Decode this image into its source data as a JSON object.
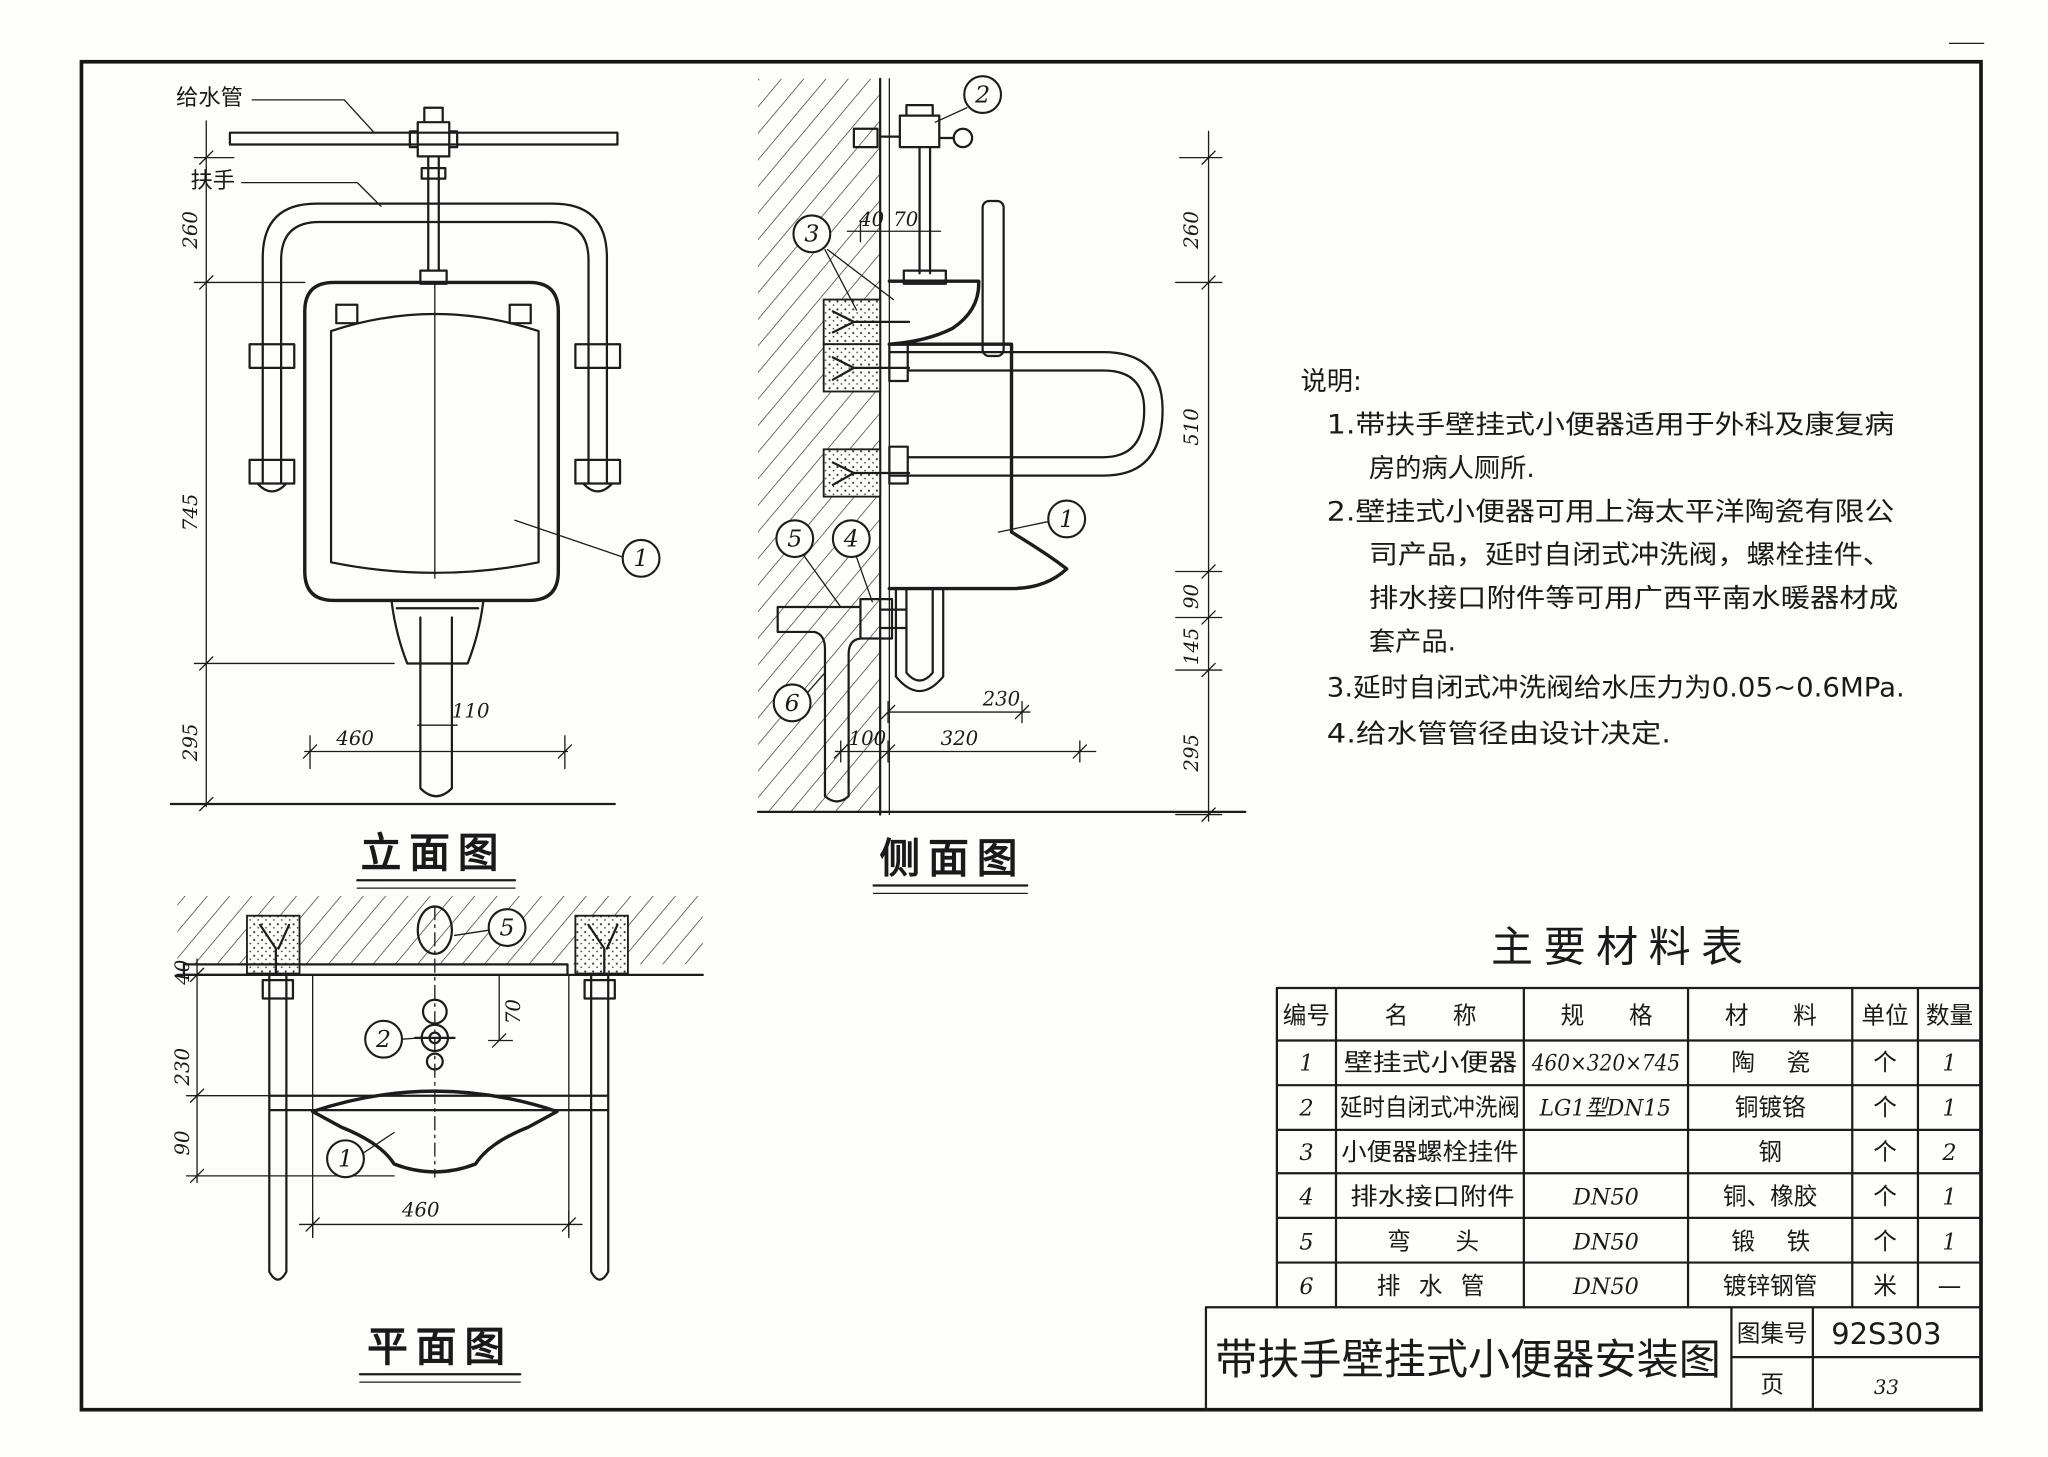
{
  "sheet": {
    "title": "带扶手壁挂式小便器安装图",
    "atlas_no_label": "图集号",
    "atlas_no": "92S303",
    "page_label": "页",
    "page_no": "33"
  },
  "elevation": {
    "title": "立面图",
    "label_supply_pipe": "给水管",
    "label_handrail": "扶手",
    "dims": {
      "top": "260",
      "middle": "745",
      "bottom": "295",
      "width": "460",
      "outlet": "110"
    },
    "callouts": {
      "urinal": "1"
    }
  },
  "side": {
    "title": "侧面图",
    "dims": {
      "wall": "40",
      "valve": "70",
      "top": "260",
      "handrail": "510",
      "lip": "90",
      "trap": "145",
      "bottom": "295",
      "depth": "230",
      "drain": "100",
      "projection": "320"
    },
    "callouts": {
      "urinal": "1",
      "flush_valve": "2",
      "bolt_hanger": "3",
      "outlet_fitting": "4",
      "elbow": "5",
      "drain_pipe": "6"
    }
  },
  "plan": {
    "title": "平面图",
    "dims": {
      "wall": "40",
      "depth": "230",
      "lip": "90",
      "valve": "70",
      "width": "460"
    },
    "callouts": {
      "elbow": "5",
      "flush_valve": "2",
      "urinal": "1"
    }
  },
  "notes": {
    "heading": "说明:",
    "lines": [
      "1.带扶手壁挂式小便器适用于外科及康复病",
      "房的病人厕所.",
      "2.壁挂式小便器可用上海太平洋陶瓷有限公",
      "司产品，延时自闭式冲洗阀，螺栓挂件、",
      "排水接口附件等可用广西平南水暖器材成",
      "套产品.",
      "3.延时自闭式冲洗阀给水压力为0.05~0.6MPa.",
      "4.给水管管径由设计决定."
    ]
  },
  "materials": {
    "title": "主要材料表",
    "headers": [
      "编号",
      "名称",
      "规格",
      "材料",
      "单位",
      "数量"
    ],
    "rows": [
      {
        "no": "1",
        "name": "壁挂式小便器",
        "spec": "460×320×745",
        "material": "陶瓷",
        "unit": "个",
        "qty": "1"
      },
      {
        "no": "2",
        "name": "延时自闭式冲洗阀",
        "spec": "LG1型DN15",
        "material": "铜镀铬",
        "unit": "个",
        "qty": "1"
      },
      {
        "no": "3",
        "name": "小便器螺栓挂件",
        "material": "钢",
        "unit": "个",
        "qty": "2"
      },
      {
        "no": "4",
        "name": "排水接口附件",
        "spec": "DN50",
        "material": "铜、橡胶",
        "unit": "个",
        "qty": "1"
      },
      {
        "no": "5",
        "name": "弯头",
        "spec": "DN50",
        "material": "锻铁",
        "unit": "个",
        "qty": "1"
      },
      {
        "no": "6",
        "name": "排水管",
        "spec": "DN50",
        "material": "镀锌钢管",
        "unit": "米",
        "qty": "—"
      }
    ]
  }
}
